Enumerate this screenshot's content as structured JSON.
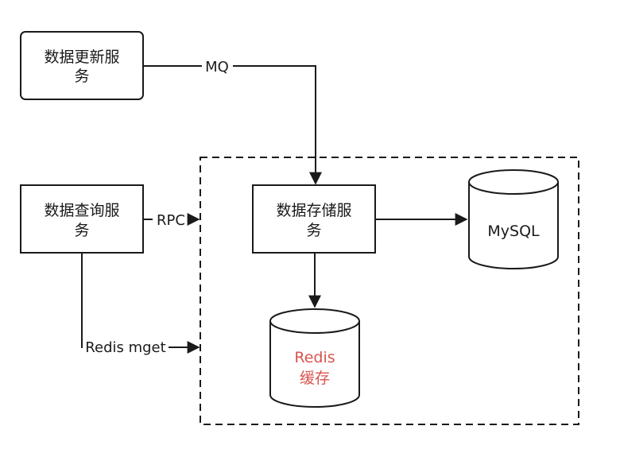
{
  "diagram": {
    "colors": {
      "stroke": "#1a1a1a",
      "redis_text": "#d9534f",
      "background": "#ffffff"
    },
    "nodes": {
      "update_service": {
        "line1": "数据更新服",
        "line2": "务"
      },
      "query_service": {
        "line1": "数据查询服",
        "line2": "务"
      },
      "storage_service": {
        "line1": "数据存储服",
        "line2": "务"
      },
      "mysql": {
        "label": "MySQL"
      },
      "redis": {
        "line1": "Redis",
        "line2": "缓存"
      }
    },
    "edges": {
      "mq": "MQ",
      "rpc": "RPC",
      "redis_mget": "Redis mget"
    }
  }
}
